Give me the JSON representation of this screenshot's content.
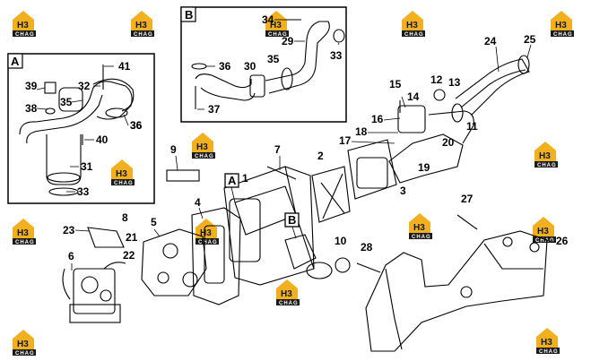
{
  "watermark": {
    "top": "H3",
    "bottom": "CHAG",
    "accent": "#f2b01e",
    "text_color": "#1a1a1a"
  },
  "insets": [
    {
      "letter": "A"
    },
    {
      "letter": "B"
    }
  ],
  "callouts": [
    {
      "letter": "A"
    },
    {
      "letter": "B"
    }
  ],
  "labels": [
    "1",
    "2",
    "3",
    "4",
    "5",
    "6",
    "7",
    "8",
    "9",
    "10",
    "11",
    "12",
    "13",
    "14",
    "15",
    "16",
    "17",
    "18",
    "19",
    "20",
    "21",
    "22",
    "23",
    "24",
    "25",
    "26",
    "27",
    "28",
    "29",
    "30",
    "31",
    "32",
    "33",
    "34",
    "35",
    "36",
    "37",
    "38",
    "39",
    "40",
    "41",
    "33",
    "36",
    "36",
    "35"
  ],
  "colors": {
    "line": "#000000",
    "background": "#ffffff"
  }
}
